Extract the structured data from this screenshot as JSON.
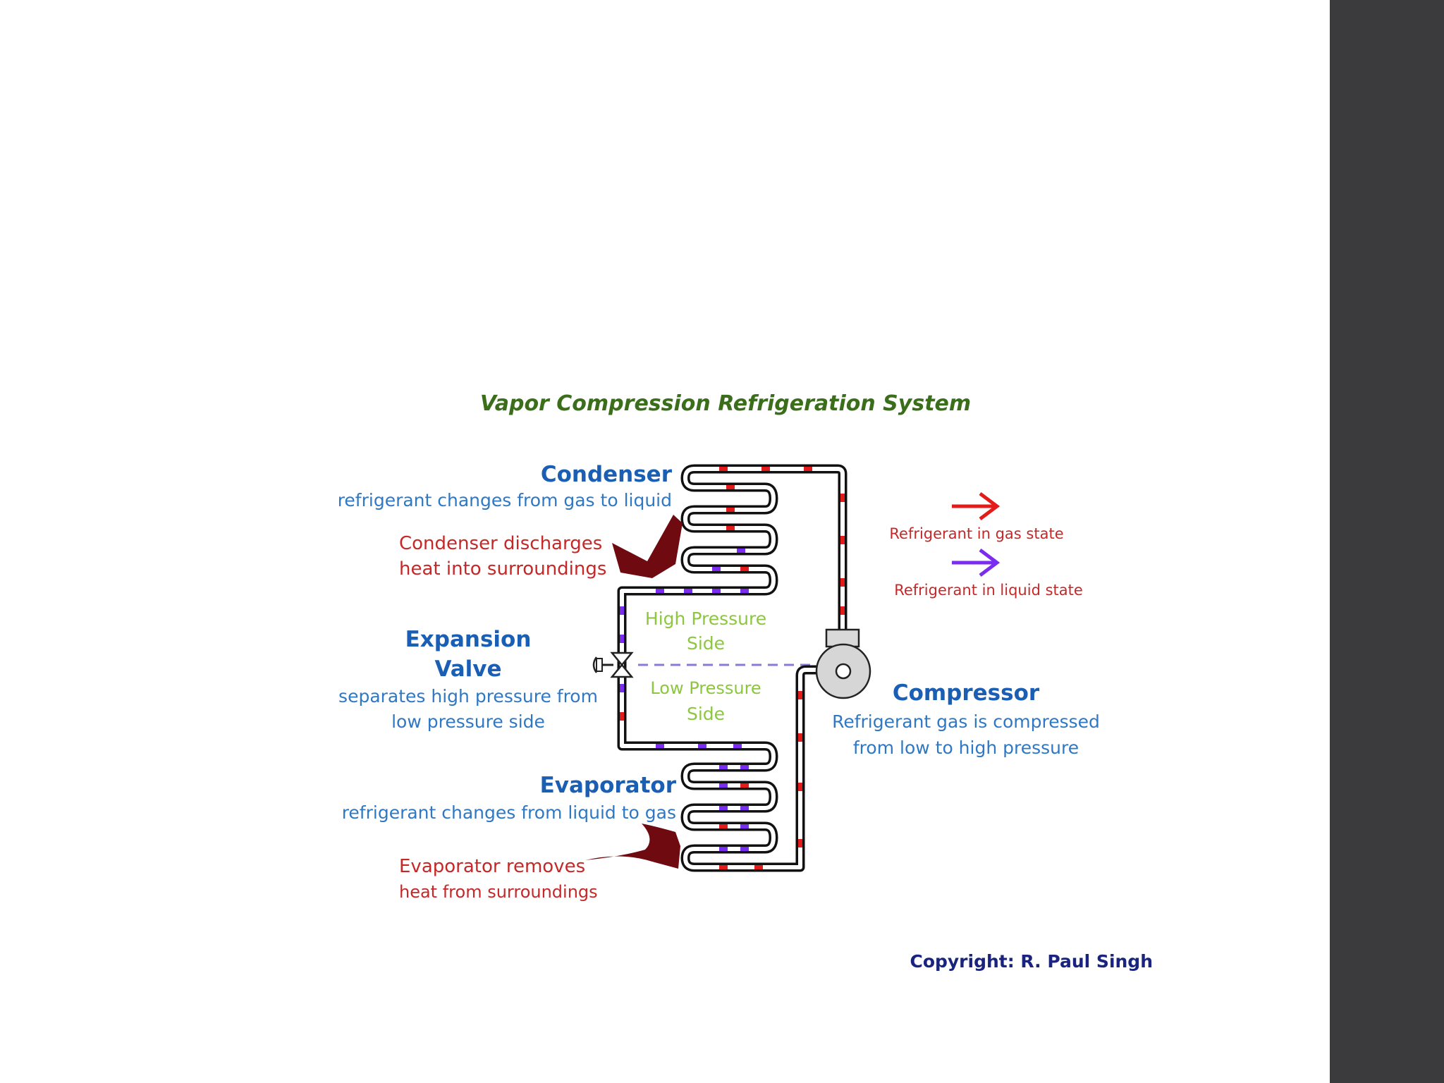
{
  "title": "Vapor Compression Refrigeration System",
  "condenser": {
    "name": "Condenser",
    "description": "refrigerant changes from gas to liquid",
    "heat_line1": "Condenser discharges",
    "heat_line2": "heat into surroundings"
  },
  "expansion_valve": {
    "name_line1": "Expansion",
    "name_line2": "Valve",
    "description_line1": "separates high pressure from",
    "description_line2": "low pressure side"
  },
  "evaporator": {
    "name": "Evaporator",
    "description": "refrigerant changes from liquid to gas",
    "heat_line1": "Evaporator removes",
    "heat_line2": "heat from surroundings"
  },
  "compressor": {
    "name": "Compressor",
    "description_line1": "Refrigerant gas is compressed",
    "description_line2": "from low to high pressure"
  },
  "pressure": {
    "high_line1": "High Pressure",
    "high_line2": "Side",
    "low_line1": "Low Pressure",
    "low_line2": "Side"
  },
  "legend": {
    "gas": "Refrigerant in gas state",
    "liquid": "Refrigerant in liquid state"
  },
  "copyright": "Copyright: R. Paul Singh",
  "colors": {
    "title": "#3a6e1a",
    "heading": "#1a5fb4",
    "text_blue": "#2f78c4",
    "text_red": "#c62828",
    "pressure_green": "#8dc63f",
    "gas": "#e31b1b",
    "liquid": "#7a2cf0",
    "heat_arrow": "#6e0a10",
    "copyright": "#1a237e",
    "sidebar": "#3b3b3d"
  }
}
